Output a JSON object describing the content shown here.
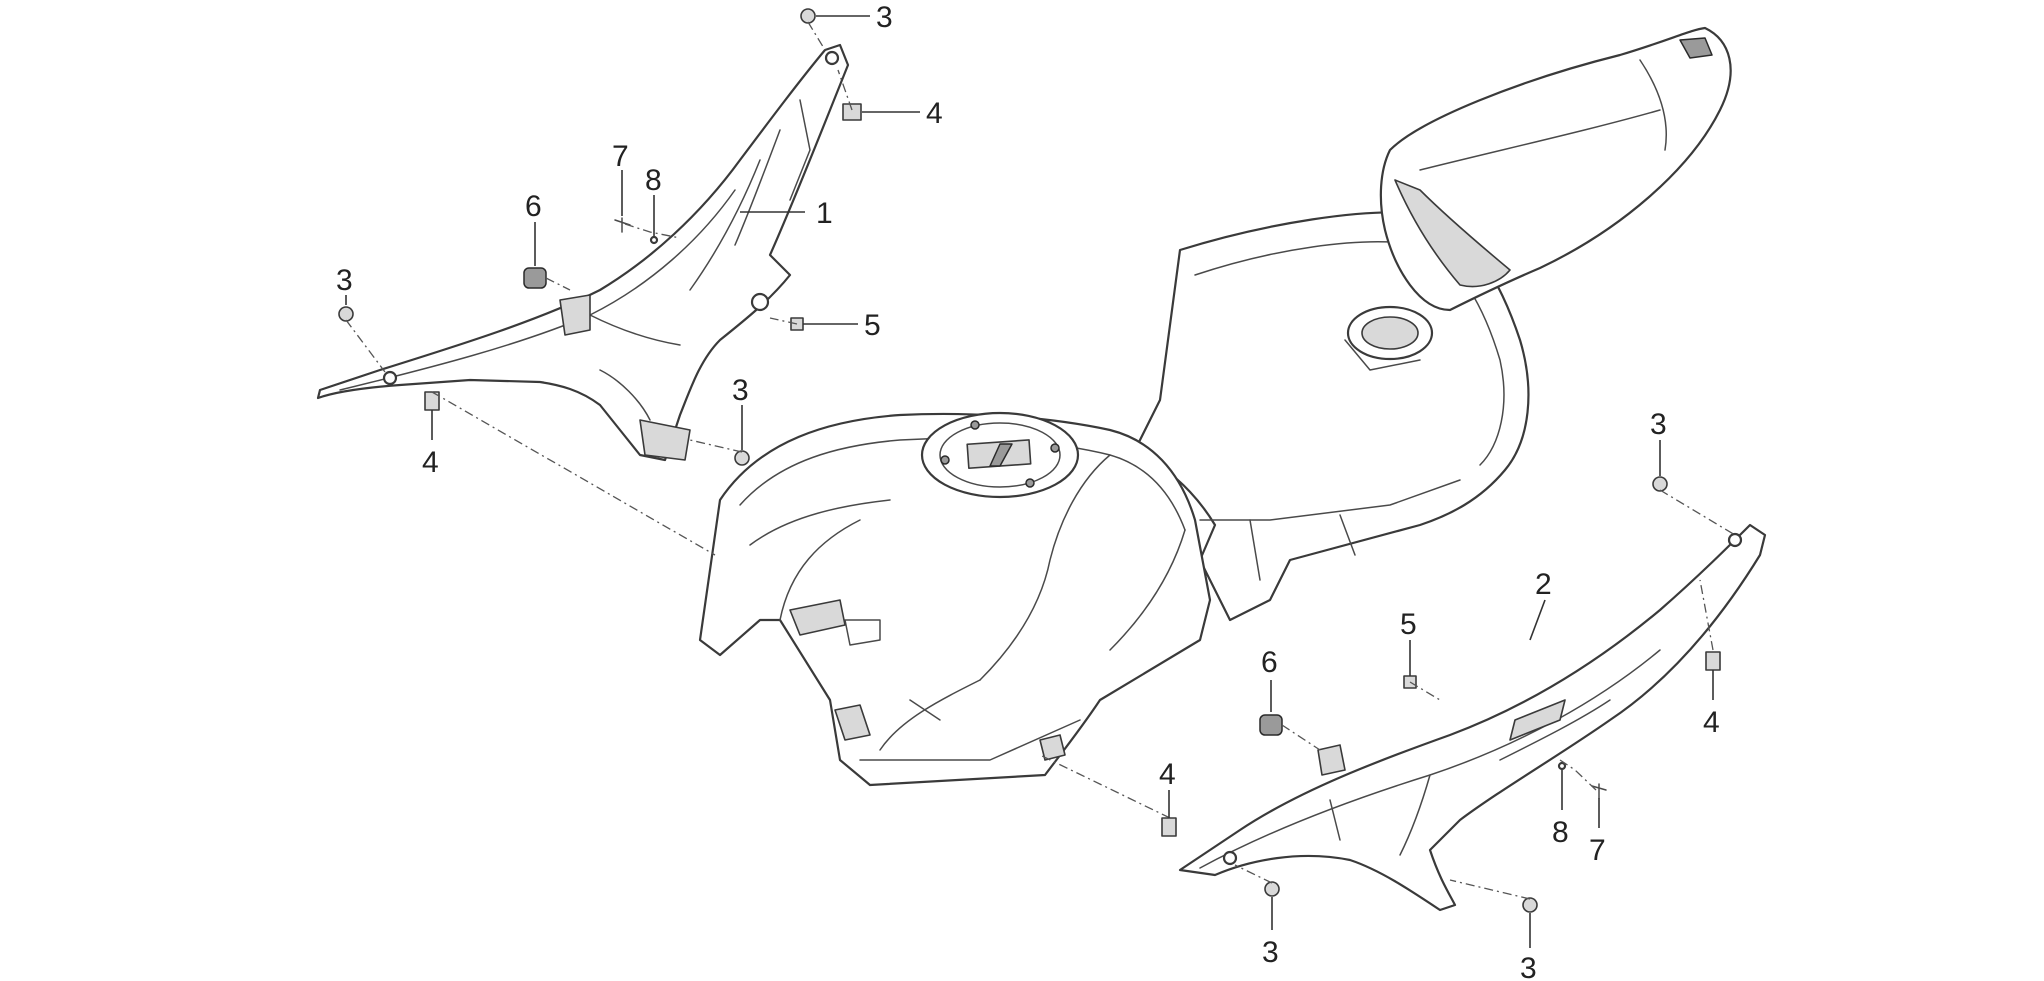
{
  "callouts": [
    {
      "id": "c3a",
      "text": "3"
    },
    {
      "id": "c4a",
      "text": "4"
    },
    {
      "id": "c7a",
      "text": "7"
    },
    {
      "id": "c8a",
      "text": "8"
    },
    {
      "id": "c1",
      "text": "1"
    },
    {
      "id": "c6a",
      "text": "6"
    },
    {
      "id": "c3b",
      "text": "3"
    },
    {
      "id": "c5a",
      "text": "5"
    },
    {
      "id": "c4b",
      "text": "4"
    },
    {
      "id": "c3c",
      "text": "3"
    },
    {
      "id": "c3d",
      "text": "3"
    },
    {
      "id": "c2",
      "text": "2"
    },
    {
      "id": "c5b",
      "text": "5"
    },
    {
      "id": "c6b",
      "text": "6"
    },
    {
      "id": "c4c",
      "text": "4"
    },
    {
      "id": "c4d",
      "text": "4"
    },
    {
      "id": "c8b",
      "text": "8"
    },
    {
      "id": "c7b",
      "text": "7"
    },
    {
      "id": "c3e",
      "text": "3"
    },
    {
      "id": "c3f",
      "text": "3"
    }
  ]
}
